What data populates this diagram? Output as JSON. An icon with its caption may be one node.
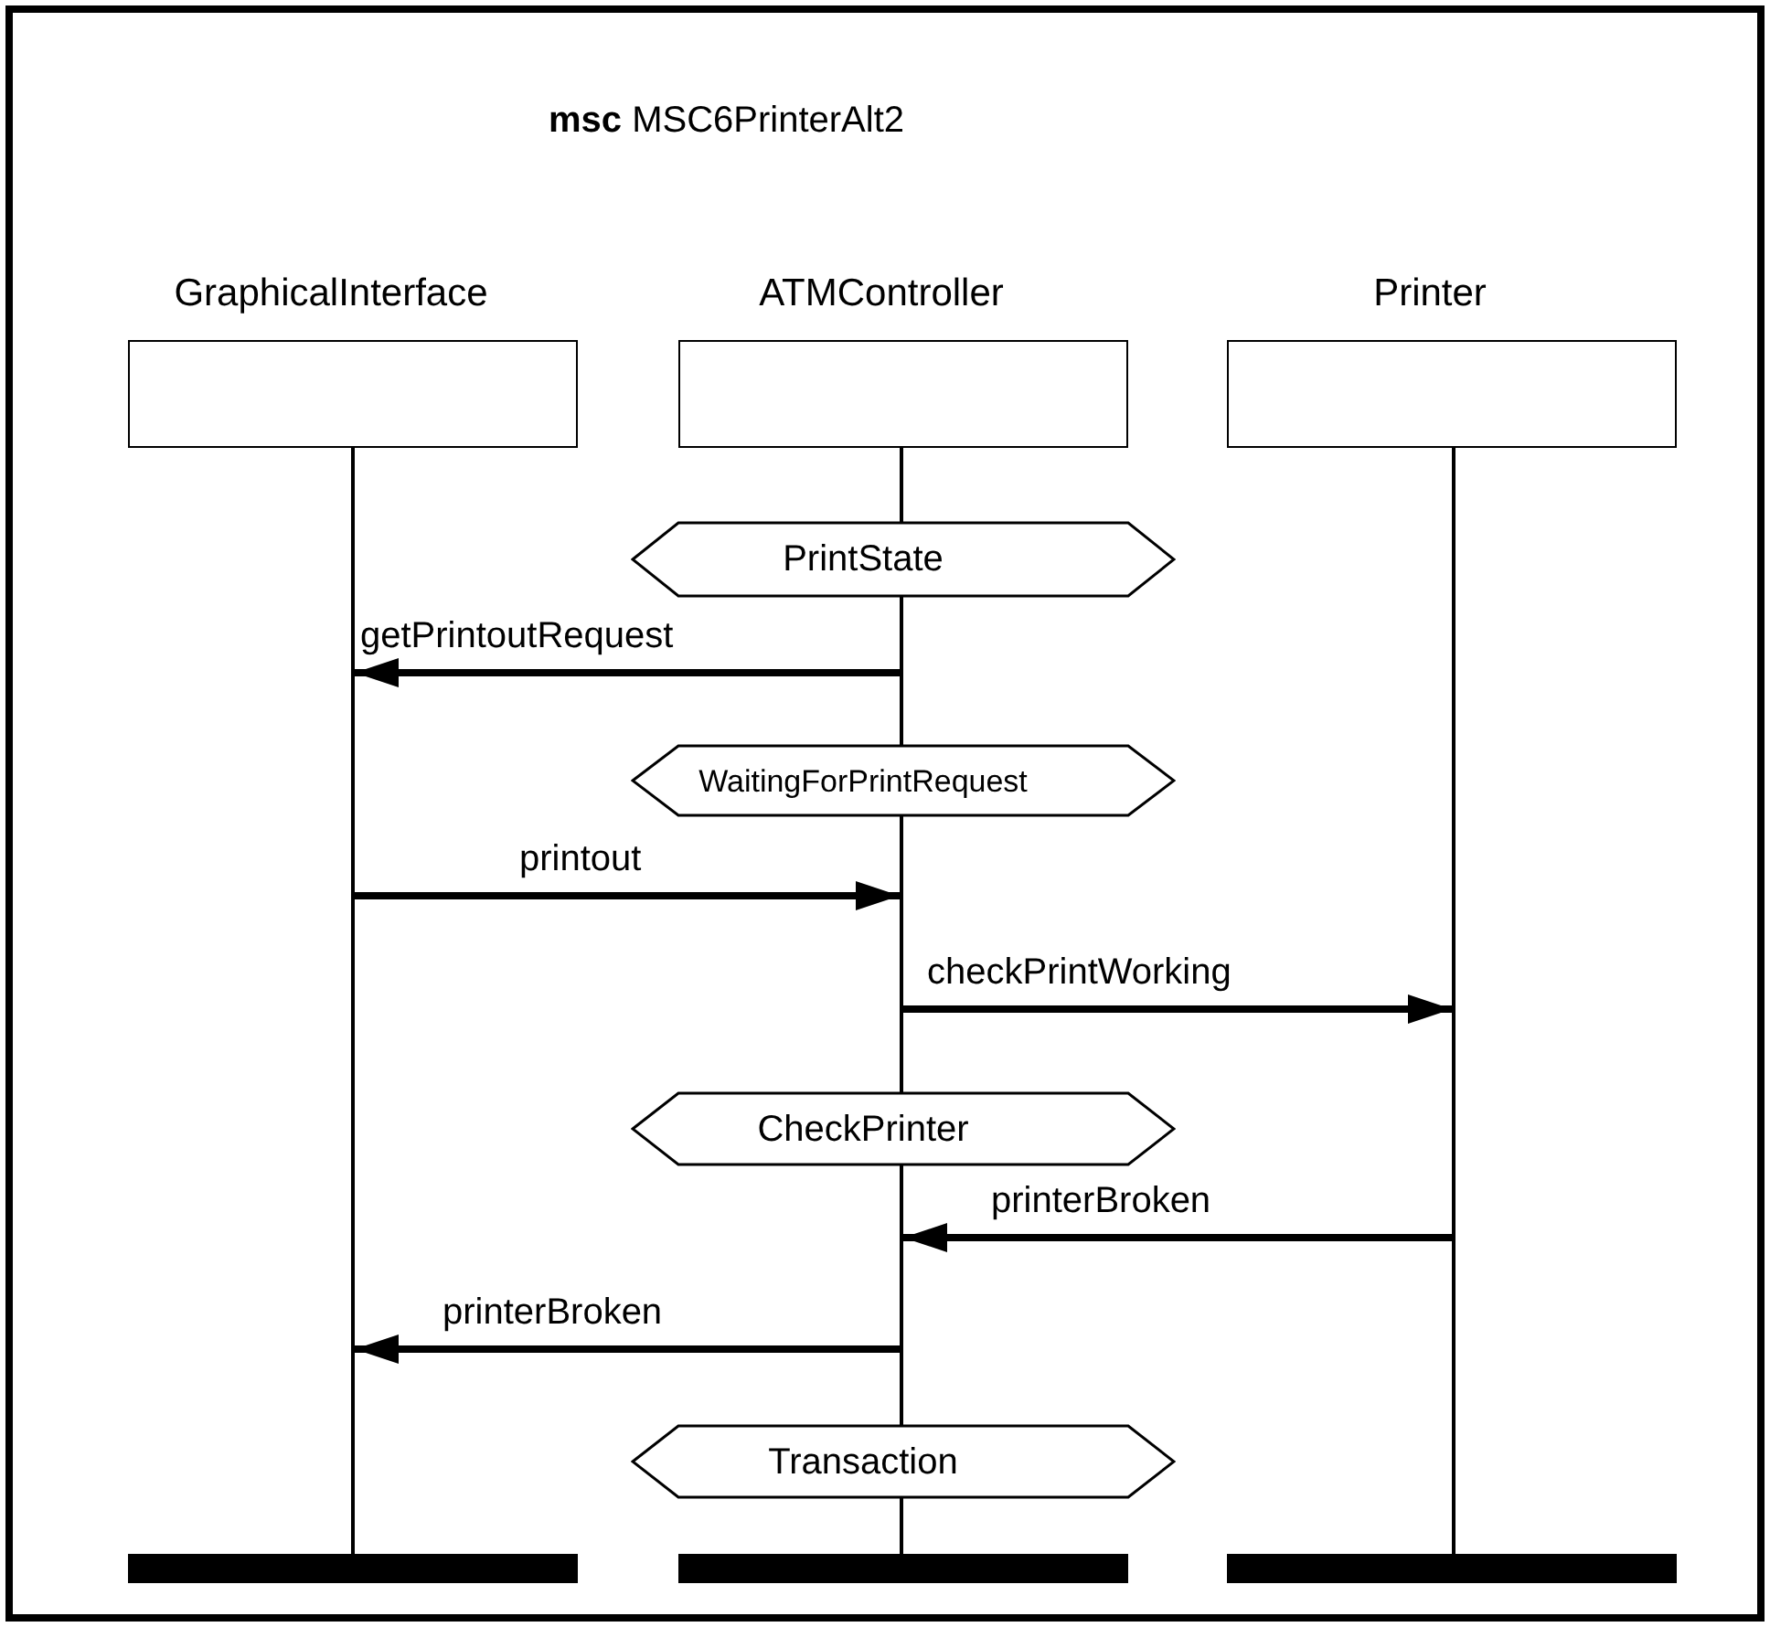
{
  "diagram": {
    "title": "**msc** MSC6PrinterAlt2",
    "nodes": [
      {
        "text": [
          "GraphicalInterface"
        ]
      },
      {
        "text": [
          "ATMController"
        ]
      },
      {
        "text": [
          "Printer"
        ]
      },
      {
        "text": [],
        "shape": "line"
      },
      {
        "text": [],
        "shape": "line"
      },
      {
        "text": [],
        "shape": "line"
      },
      {
        "text": [],
        "shape": "bar"
      },
      {
        "text": [],
        "shape": "bar"
      },
      {
        "text": [],
        "shape": "bar"
      },
      {
        "text": [
          "PrintState"
        ]
      },
      {
        "text": [
          "WaitingForPrintRequest"
        ]
      },
      {
        "text": [
          "CheckPrinter"
        ]
      },
      {
        "text": [
          "Transaction"
        ]
      }
    ],
    "edges": [
      {
        "from": 4,
        "to": 3,
        "arrow": "to",
        "label": "getPrintoutRequest"
      },
      {
        "from": 3,
        "to": 4,
        "arrow": "to",
        "label": "printout"
      },
      {
        "from": 4,
        "to": 5,
        "arrow": "to",
        "label": "checkPrintWorking"
      },
      {
        "from": 5,
        "to": 4,
        "arrow": "to",
        "label": "printerBroken"
      },
      {
        "from": 4,
        "to": 3,
        "arrow": "to",
        "label": "printerBroken"
      }
    ]
  }
}
